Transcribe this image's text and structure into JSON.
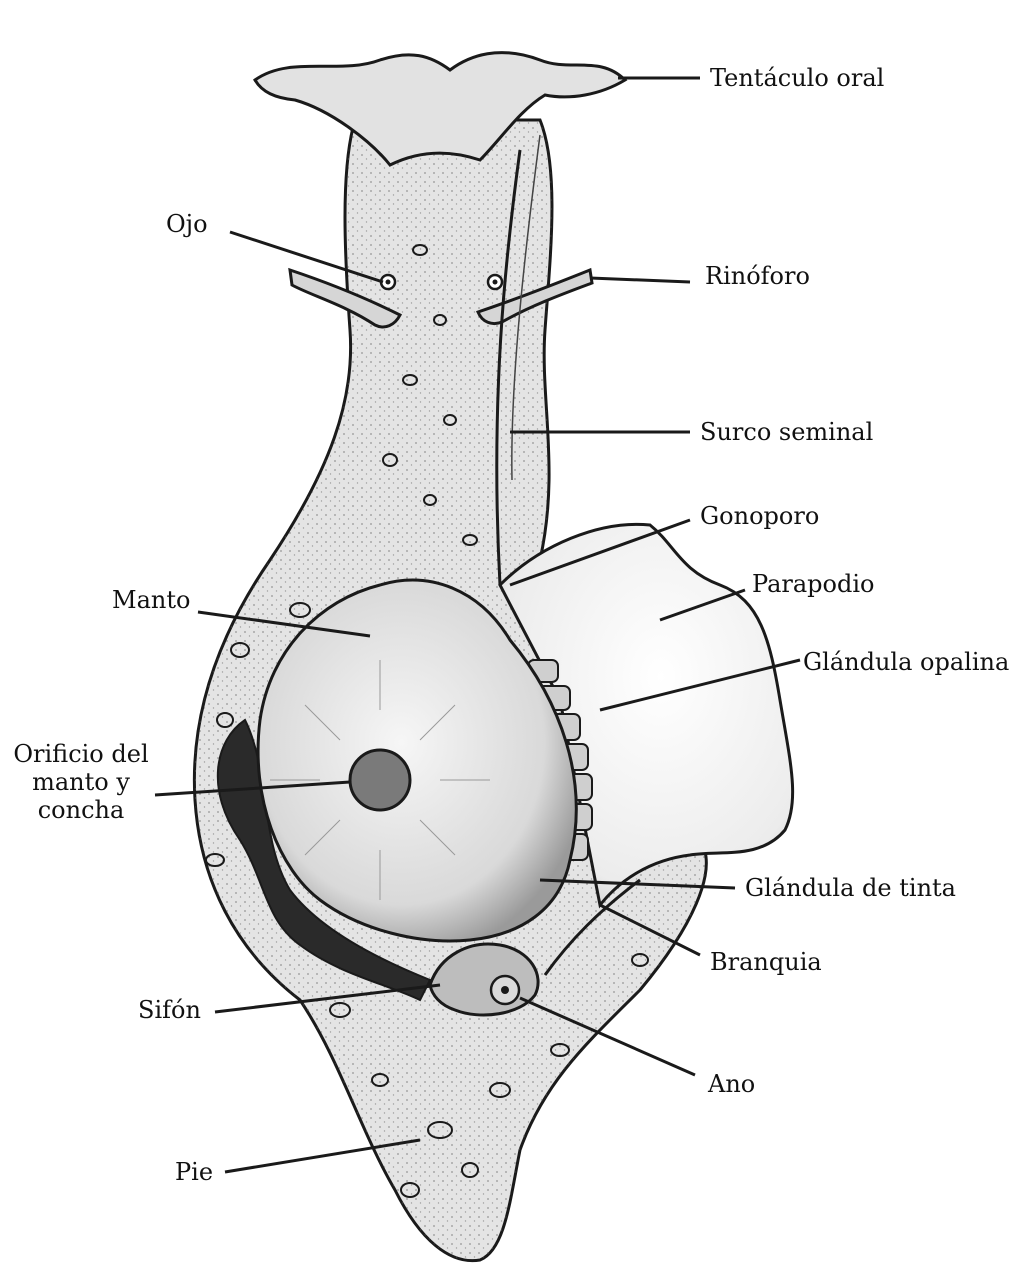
{
  "diagram": {
    "colors": {
      "ink": "#1a1a1a",
      "body_fill": "#e6e6e6",
      "mantle_fill": "#ededed",
      "parapodium_fill": "#f2f2f2",
      "dark": "#2a2a2a",
      "background": "#ffffff"
    },
    "labels": {
      "tentaculo_oral": "Tentáculo oral",
      "ojo": "Ojo",
      "rinoforo": "Rinóforo",
      "surco_seminal": "Surco seminal",
      "gonoporo": "Gonoporo",
      "manto": "Manto",
      "parapodio": "Parapodio",
      "glandula_opalina": "Glándula opalina",
      "orificio_line1": "Orificio del",
      "orificio_line2": "manto y",
      "orificio_line3": "concha",
      "glandula_tinta": "Glándula de tinta",
      "branquia": "Branquia",
      "sifon": "Sifón",
      "ano": "Ano",
      "pie": "Pie"
    }
  }
}
